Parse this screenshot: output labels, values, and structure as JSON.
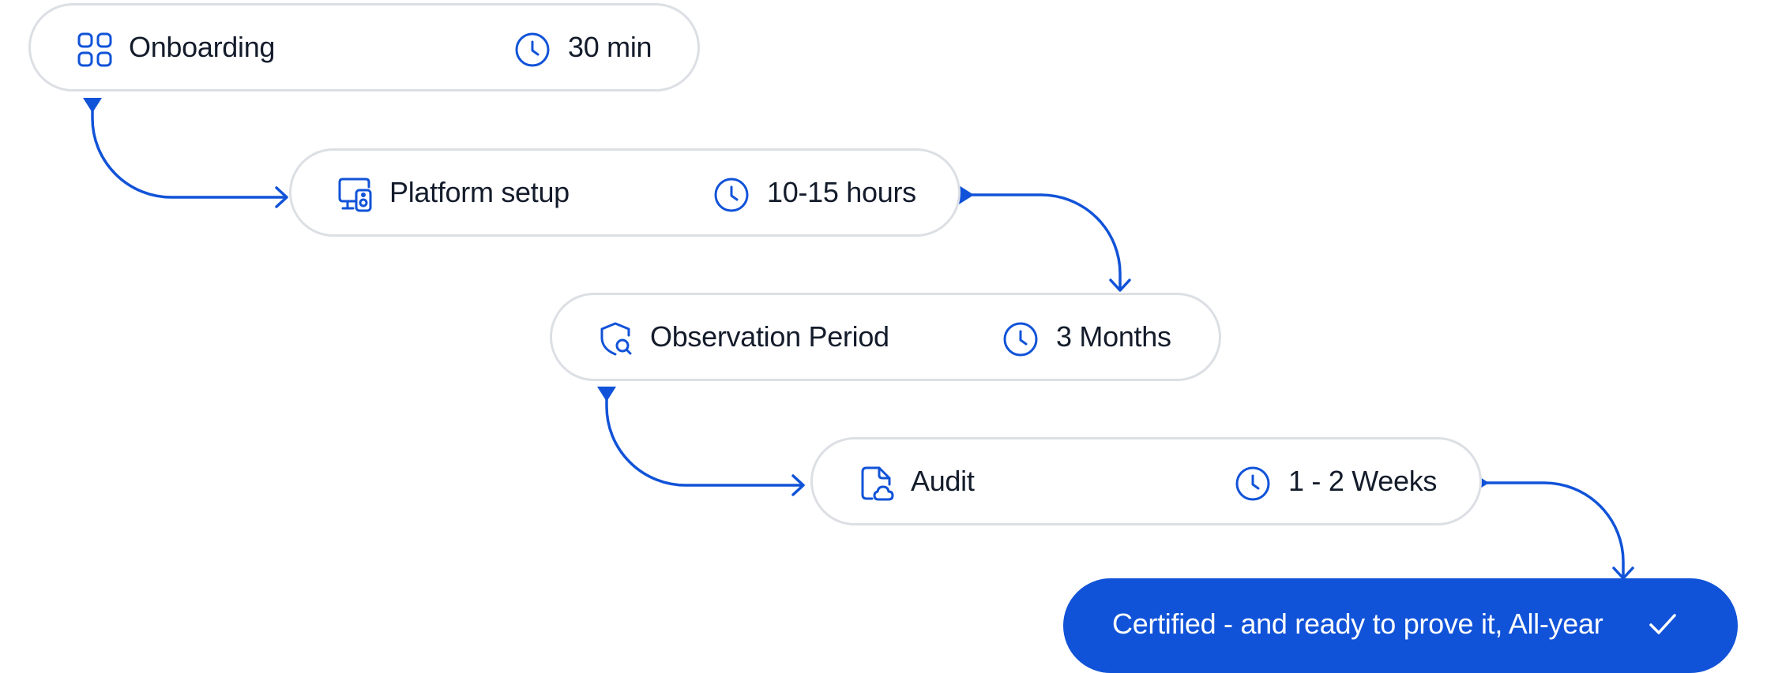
{
  "steps": [
    {
      "label": "Onboarding",
      "icon": "grid-icon",
      "duration": "30 min"
    },
    {
      "label": "Platform setup",
      "icon": "monitor-speaker-icon",
      "duration": "10-15 hours"
    },
    {
      "label": "Observation Period",
      "icon": "shield-search-icon",
      "duration": "3 Months"
    },
    {
      "label": "Audit",
      "icon": "document-cloud-icon",
      "duration": "1 - 2 Weeks"
    }
  ],
  "final": {
    "label": "Certified - and ready to prove it, All-year",
    "icon": "check-icon"
  },
  "colors": {
    "accent": "#1153d8",
    "pill_border": "#dcdfe4",
    "text": "#141c2b",
    "final_text": "#ffffff"
  }
}
